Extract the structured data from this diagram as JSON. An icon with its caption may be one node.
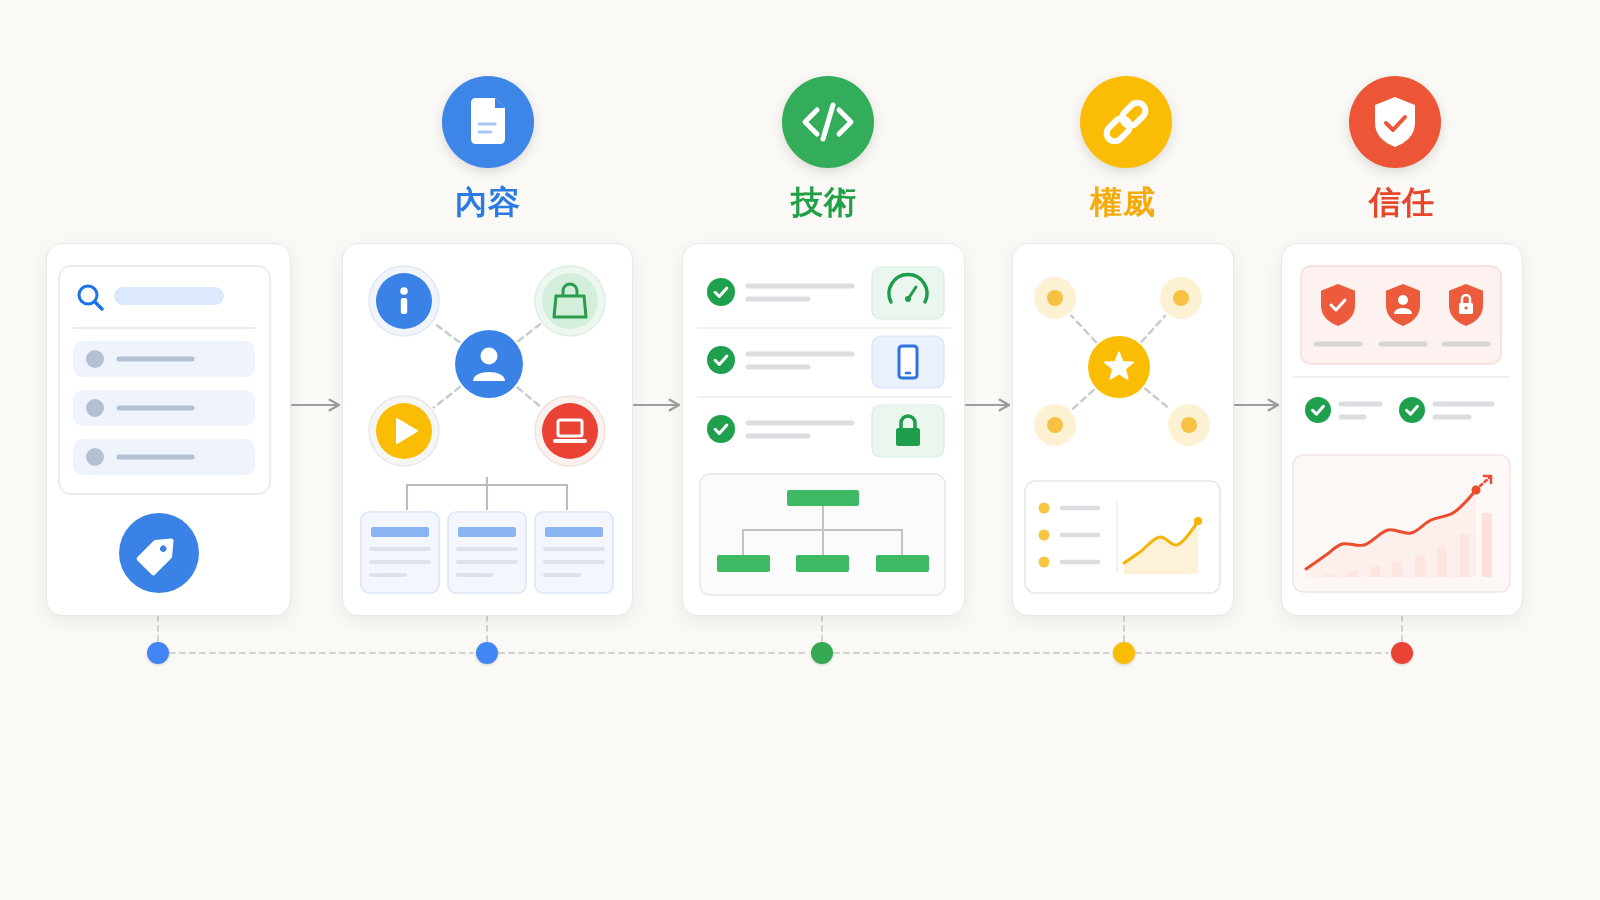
{
  "diagram": {
    "nodes": [
      {
        "text": [],
        "shape": "box"
      },
      {
        "text": [
          "內容"
        ]
      },
      {
        "text": [
          "技術"
        ]
      },
      {
        "text": [
          "權威"
        ]
      },
      {
        "text": [
          "信任"
        ]
      },
      {
        "text": [],
        "shape": "circle"
      },
      {
        "text": [],
        "shape": "circle"
      },
      {
        "text": [],
        "shape": "circle"
      },
      {
        "text": [],
        "shape": "circle"
      },
      {
        "text": [],
        "shape": "circle"
      }
    ],
    "edges": [
      {
        "from": 0,
        "to": 1,
        "arrow": "to",
        "color": "#9e9e9e"
      },
      {
        "from": 1,
        "to": 2,
        "arrow": "to",
        "color": "#9e9e9e"
      },
      {
        "from": 2,
        "to": 3,
        "arrow": "to",
        "color": "#9e9e9e"
      },
      {
        "from": 3,
        "to": 4,
        "arrow": "to",
        "color": "#9e9e9e"
      },
      {
        "from": 0,
        "to": 5,
        "arrow": "none",
        "style": "dashed"
      },
      {
        "from": 1,
        "to": 6,
        "arrow": "none",
        "style": "dashed"
      },
      {
        "from": 2,
        "to": 7,
        "arrow": "none",
        "style": "dashed"
      },
      {
        "from": 3,
        "to": 8,
        "arrow": "none",
        "style": "dashed"
      },
      {
        "from": 4,
        "to": 9,
        "arrow": "none",
        "style": "dashed"
      },
      {
        "from": 5,
        "to": 6,
        "arrow": "none",
        "style": "dashed"
      },
      {
        "from": 6,
        "to": 7,
        "arrow": "none",
        "style": "dashed"
      },
      {
        "from": 7,
        "to": 8,
        "arrow": "none",
        "style": "dashed"
      },
      {
        "from": 8,
        "to": 9,
        "arrow": "none",
        "style": "dashed"
      }
    ]
  }
}
